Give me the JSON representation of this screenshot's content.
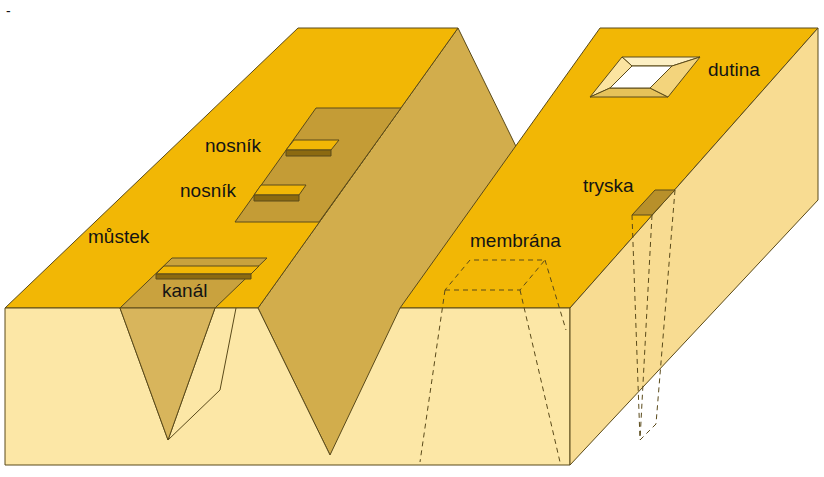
{
  "diagram": {
    "labels": [
      "-",
      "nosník",
      "dutina",
      "nosník",
      "tryska",
      "můstek",
      "membrána",
      "kanál"
    ]
  }
}
